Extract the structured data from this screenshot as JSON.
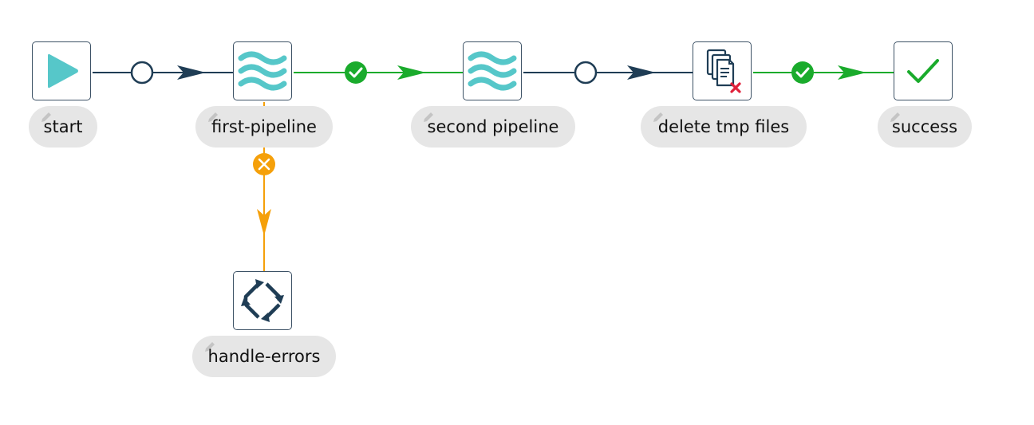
{
  "colors": {
    "node_border": "#3d5266",
    "hop_unconditional": "#1f3d55",
    "hop_success": "#1aab2c",
    "hop_error": "#f5a00a",
    "pipeline_icon": "#56c7c9",
    "start_icon": "#56c7c9",
    "success_check": "#1aab2c",
    "error_x": "#e0213a",
    "label_bg": "#e6e6e6"
  },
  "nodes": [
    {
      "id": "start",
      "label": "start",
      "icon": "play-icon"
    },
    {
      "id": "first_pipeline",
      "label": "first-pipeline",
      "icon": "pipeline-icon"
    },
    {
      "id": "second_pipeline",
      "label": "second pipeline",
      "icon": "pipeline-icon"
    },
    {
      "id": "delete_tmp_files",
      "label": "delete tmp files",
      "icon": "delete-files-icon"
    },
    {
      "id": "success",
      "label": "success",
      "icon": "checkmark-icon"
    },
    {
      "id": "handle_errors",
      "label": "handle-errors",
      "icon": "transform-icon"
    }
  ],
  "hops": [
    {
      "from": "start",
      "to": "first_pipeline",
      "type": "unconditional"
    },
    {
      "from": "first_pipeline",
      "to": "second_pipeline",
      "type": "success"
    },
    {
      "from": "second_pipeline",
      "to": "delete_tmp_files",
      "type": "unconditional"
    },
    {
      "from": "delete_tmp_files",
      "to": "success",
      "type": "success"
    },
    {
      "from": "first_pipeline",
      "to": "handle_errors",
      "type": "error"
    }
  ]
}
